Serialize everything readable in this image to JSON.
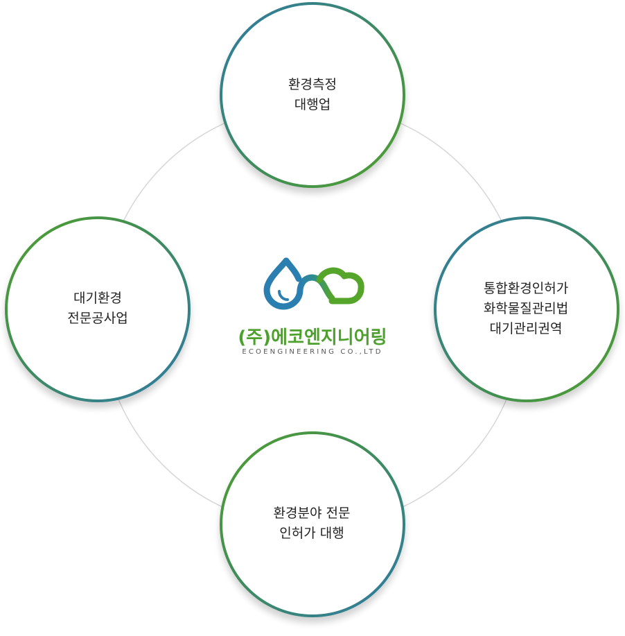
{
  "diagram": {
    "center": {
      "company_name": "(주)에코엔지니어링",
      "company_name_en": "ECOENGINEERING CO.,LTD"
    },
    "nodes": [
      {
        "id": "top",
        "label": "환경측정\n대행업"
      },
      {
        "id": "left",
        "label": "대기환경\n전문공사업"
      },
      {
        "id": "right",
        "label": "통합환경인허가\n화학물질관리법\n대기관리권역"
      },
      {
        "id": "bottom",
        "label": "환경분야 전문\n인허가 대행"
      }
    ],
    "colors": {
      "ring_blue": "#2f7fa6",
      "ring_green": "#4e9a2f",
      "connector": "#d4d4d4",
      "brand_green": "#4ea02e",
      "brand_blue": "#2a7fb0"
    }
  }
}
